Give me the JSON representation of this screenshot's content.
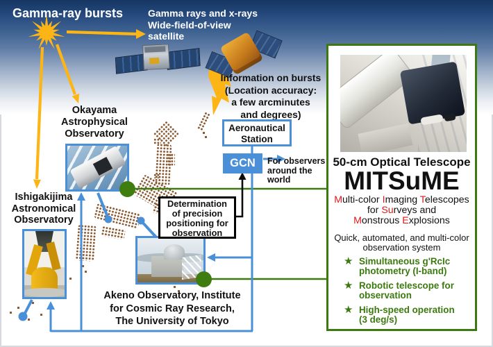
{
  "header": {
    "title": "Gamma-ray bursts"
  },
  "satellite_caption": {
    "lines": [
      "Gamma rays and x-rays",
      "Wide-field-of-view",
      "satellite"
    ]
  },
  "info_burst": {
    "lines": [
      "Information on bursts",
      "(Location accuracy:",
      "a few arcminutes",
      "and degrees)"
    ]
  },
  "aeronautical": {
    "lines": [
      "Aeronautical",
      "Station"
    ]
  },
  "gcn": {
    "label": "GCN",
    "note_lines": [
      "For observers",
      "around the",
      "world"
    ]
  },
  "observatories": {
    "okayama": {
      "label_lines": [
        "Okayama",
        "Astrophysical",
        "Observatory"
      ]
    },
    "ishigakijima": {
      "label_lines": [
        "Ishigakijima",
        "Astronomical",
        "Observatory"
      ]
    },
    "akeno": {
      "label_lines": [
        "Akeno Observatory, Institute",
        "for Cosmic Ray Research,",
        "The University of Tokyo"
      ]
    }
  },
  "determination": {
    "lines": [
      "Determination",
      "of precision",
      "positioning for",
      "observation"
    ]
  },
  "panel": {
    "photo_caption": "50-cm Optical Telescope",
    "acronym": "MITSuME",
    "acronym_expansion": [
      [
        {
          "t": "M",
          "red": true
        },
        {
          "t": "ulti-color "
        },
        {
          "t": "I",
          "red": true
        },
        {
          "t": "maging "
        },
        {
          "t": "T",
          "red": true
        },
        {
          "t": "elescopes"
        }
      ],
      [
        {
          "t": "for "
        },
        {
          "t": "Su",
          "red": true
        },
        {
          "t": "rveys and"
        }
      ],
      [
        {
          "t": "M",
          "red": true
        },
        {
          "t": "onstrous "
        },
        {
          "t": "E",
          "red": true
        },
        {
          "t": "xplosions"
        }
      ]
    ],
    "description_lines": [
      "Quick, automated, and multi-color",
      "observation system"
    ],
    "star_glyph": "★",
    "features": [
      {
        "lines": [
          "Simultaneous g'RcIc",
          "photometry (I-band)"
        ]
      },
      {
        "lines": [
          "Robotic telescope for",
          "observation"
        ]
      },
      {
        "lines": [
          "High-speed operation",
          "(3 deg/s)"
        ]
      }
    ]
  },
  "colors": {
    "accent_blue": "#4a90d9",
    "accent_green": "#3c7a0f",
    "accent_yellow": "#fdb515",
    "map_brown": "#8a5a33",
    "red_letter": "#e01719",
    "navy_background": "#163662"
  }
}
